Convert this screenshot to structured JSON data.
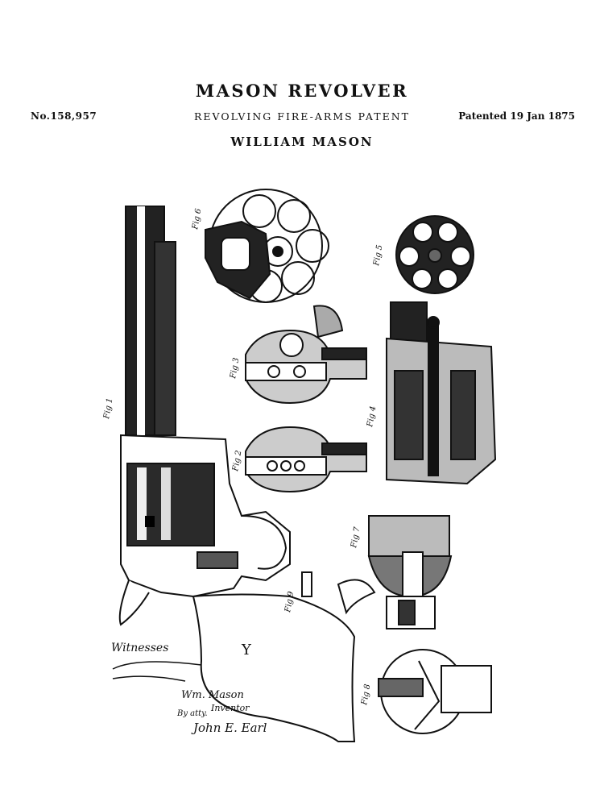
{
  "header": {
    "title": "MASON REVOLVER",
    "patent_number": "No.158,957",
    "subtitle": "REVOLVING FIRE-ARMS PATENT",
    "date": "Patented 19 Jan 1875",
    "inventor": "WILLIAM MASON"
  },
  "drawing": {
    "figures": [
      "Fig 1",
      "Fig 2",
      "Fig 3",
      "Fig 4",
      "Fig 5",
      "Fig 6",
      "Fig 7",
      "Fig 8",
      "Fig 9"
    ],
    "witnesses_label": "Witnesses",
    "inventor_signature": "Wm. Mason",
    "inventor_label": "Inventor",
    "attorney_label": "By atty.",
    "attorney_signature": "John E. Earl",
    "ink_color": "#111111",
    "paper_color": "#ffffff"
  }
}
